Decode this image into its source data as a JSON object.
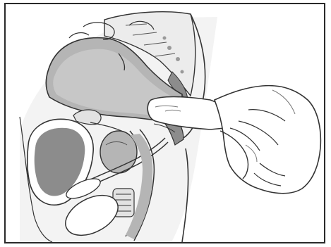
{
  "illustration": {
    "subject": "digital-rectal-exam-anatomy",
    "colors": {
      "frame": "#2a2a2a",
      "background": "#ffffff",
      "shade_light": "#e2e2e2",
      "shade_mid": "#b5b5b5",
      "shade_dark": "#8c8c8c",
      "line": "#333333",
      "skin": "#ffffff"
    },
    "parts": [
      "rectum",
      "bladder",
      "prostate",
      "seminal-vesicle",
      "urethra",
      "pubic-bone",
      "spine-sacrum",
      "testis",
      "gloved-hand",
      "index-finger"
    ]
  }
}
